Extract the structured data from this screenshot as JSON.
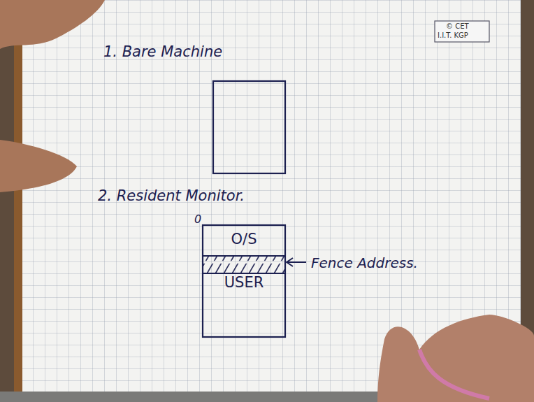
{
  "diagram": {
    "nodes": [
      {
        "text": [
          "O/S"
        ]
      },
      {
        "text": [
          "USER"
        ]
      }
    ],
    "labels": [
      "1. Bare Machine",
      "2. Resident Monitor.",
      "0",
      "Fence Address.",
      "© CET",
      "I.I.T. KGP"
    ]
  }
}
